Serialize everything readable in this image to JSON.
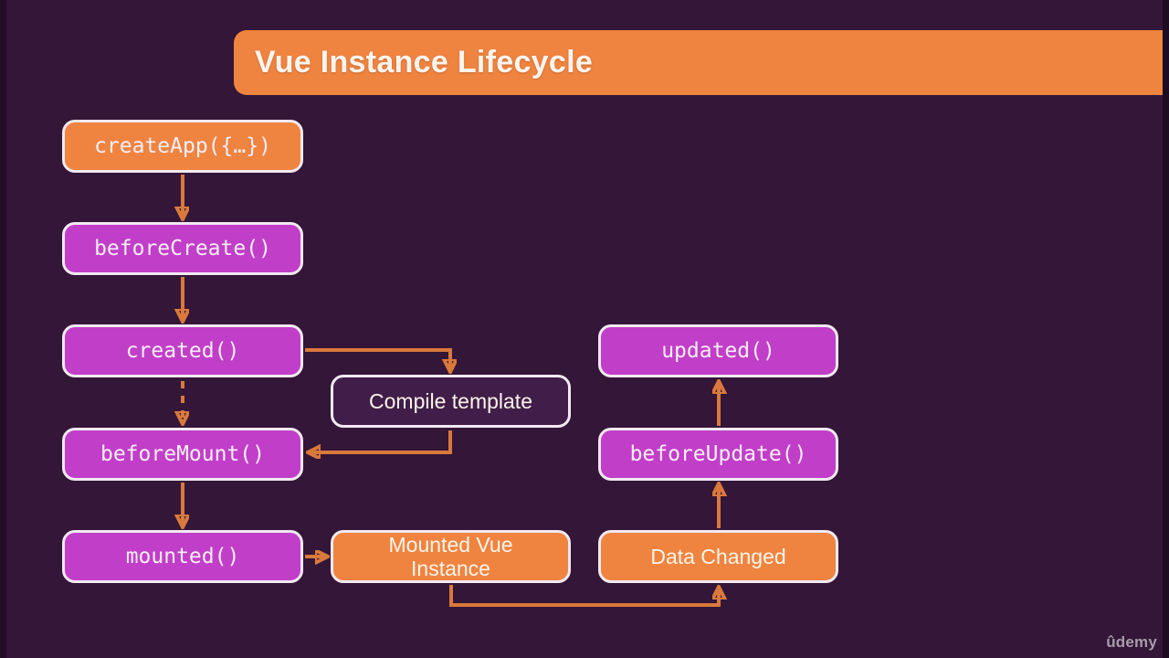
{
  "slide": {
    "title": "Vue Instance Lifecycle"
  },
  "watermark": {
    "brand": "ûdemy"
  },
  "colors": {
    "background": "#341638",
    "title_bar": "#ef8440",
    "node_orange": "#ef8440",
    "node_magenta": "#c13fc8",
    "node_dark": "#411e49",
    "node_border": "#f2e9f2",
    "arrow": "#d9793c",
    "title_text": "#faf4ee",
    "node_text": "#f9eef8",
    "watermark_text": "#a79caa"
  },
  "diagram": {
    "nodes": [
      {
        "id": "create-app",
        "label": "createApp({…})",
        "style": "orange",
        "font": "mono"
      },
      {
        "id": "before-create",
        "label": "beforeCreate()",
        "style": "magenta",
        "font": "mono"
      },
      {
        "id": "created",
        "label": "created()",
        "style": "magenta",
        "font": "mono"
      },
      {
        "id": "compile-template",
        "label": "Compile template",
        "style": "dark",
        "font": "sans"
      },
      {
        "id": "before-mount",
        "label": "beforeMount()",
        "style": "magenta",
        "font": "mono"
      },
      {
        "id": "mounted",
        "label": "mounted()",
        "style": "magenta",
        "font": "mono"
      },
      {
        "id": "mounted-vue-instance",
        "label": "Mounted Vue Instance",
        "style": "orange",
        "font": "sans"
      },
      {
        "id": "data-changed",
        "label": "Data Changed",
        "style": "orange",
        "font": "sans"
      },
      {
        "id": "before-update",
        "label": "beforeUpdate()",
        "style": "magenta",
        "font": "mono"
      },
      {
        "id": "updated",
        "label": "updated()",
        "style": "magenta",
        "font": "mono"
      }
    ],
    "connectors": [
      {
        "from": "create-app",
        "to": "before-create",
        "style": "solid"
      },
      {
        "from": "before-create",
        "to": "created",
        "style": "solid"
      },
      {
        "from": "created",
        "to": "compile-template",
        "style": "solid"
      },
      {
        "from": "created",
        "to": "before-mount",
        "style": "dashed"
      },
      {
        "from": "compile-template",
        "to": "before-mount",
        "style": "solid"
      },
      {
        "from": "before-mount",
        "to": "mounted",
        "style": "solid"
      },
      {
        "from": "mounted",
        "to": "mounted-vue-instance",
        "style": "solid"
      },
      {
        "from": "mounted-vue-instance",
        "to": "data-changed",
        "style": "solid"
      },
      {
        "from": "data-changed",
        "to": "before-update",
        "style": "solid"
      },
      {
        "from": "before-update",
        "to": "updated",
        "style": "solid"
      }
    ]
  }
}
